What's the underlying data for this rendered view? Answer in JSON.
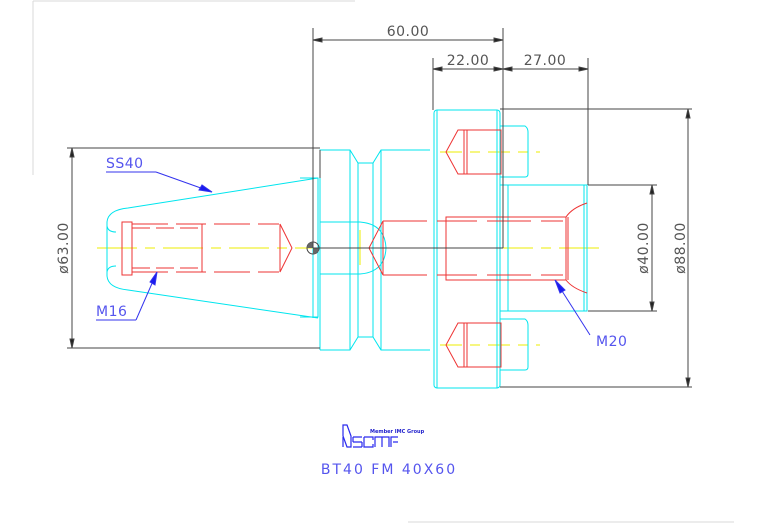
{
  "drawing": {
    "title": "BT40 FM 40X60",
    "logo": {
      "brand": "iscar",
      "tagline": "Member IMC Group"
    },
    "dimensions": {
      "overall_length": "60.00",
      "flange_width": "22.00",
      "pilot_length": "27.00",
      "taper_diameter": "ø63.00",
      "pilot_diameter": "ø40.00",
      "flange_diameter": "ø88.00"
    },
    "callouts": {
      "taper": "SS40",
      "pull_stud_thread": "M16",
      "face_mill_thread": "M20"
    },
    "colors": {
      "outline": "#00e5ee",
      "hidden_thread": "#ee3333",
      "centerline": "#eeee00",
      "dimension": "#333333",
      "annotation": "#3333ee"
    }
  }
}
